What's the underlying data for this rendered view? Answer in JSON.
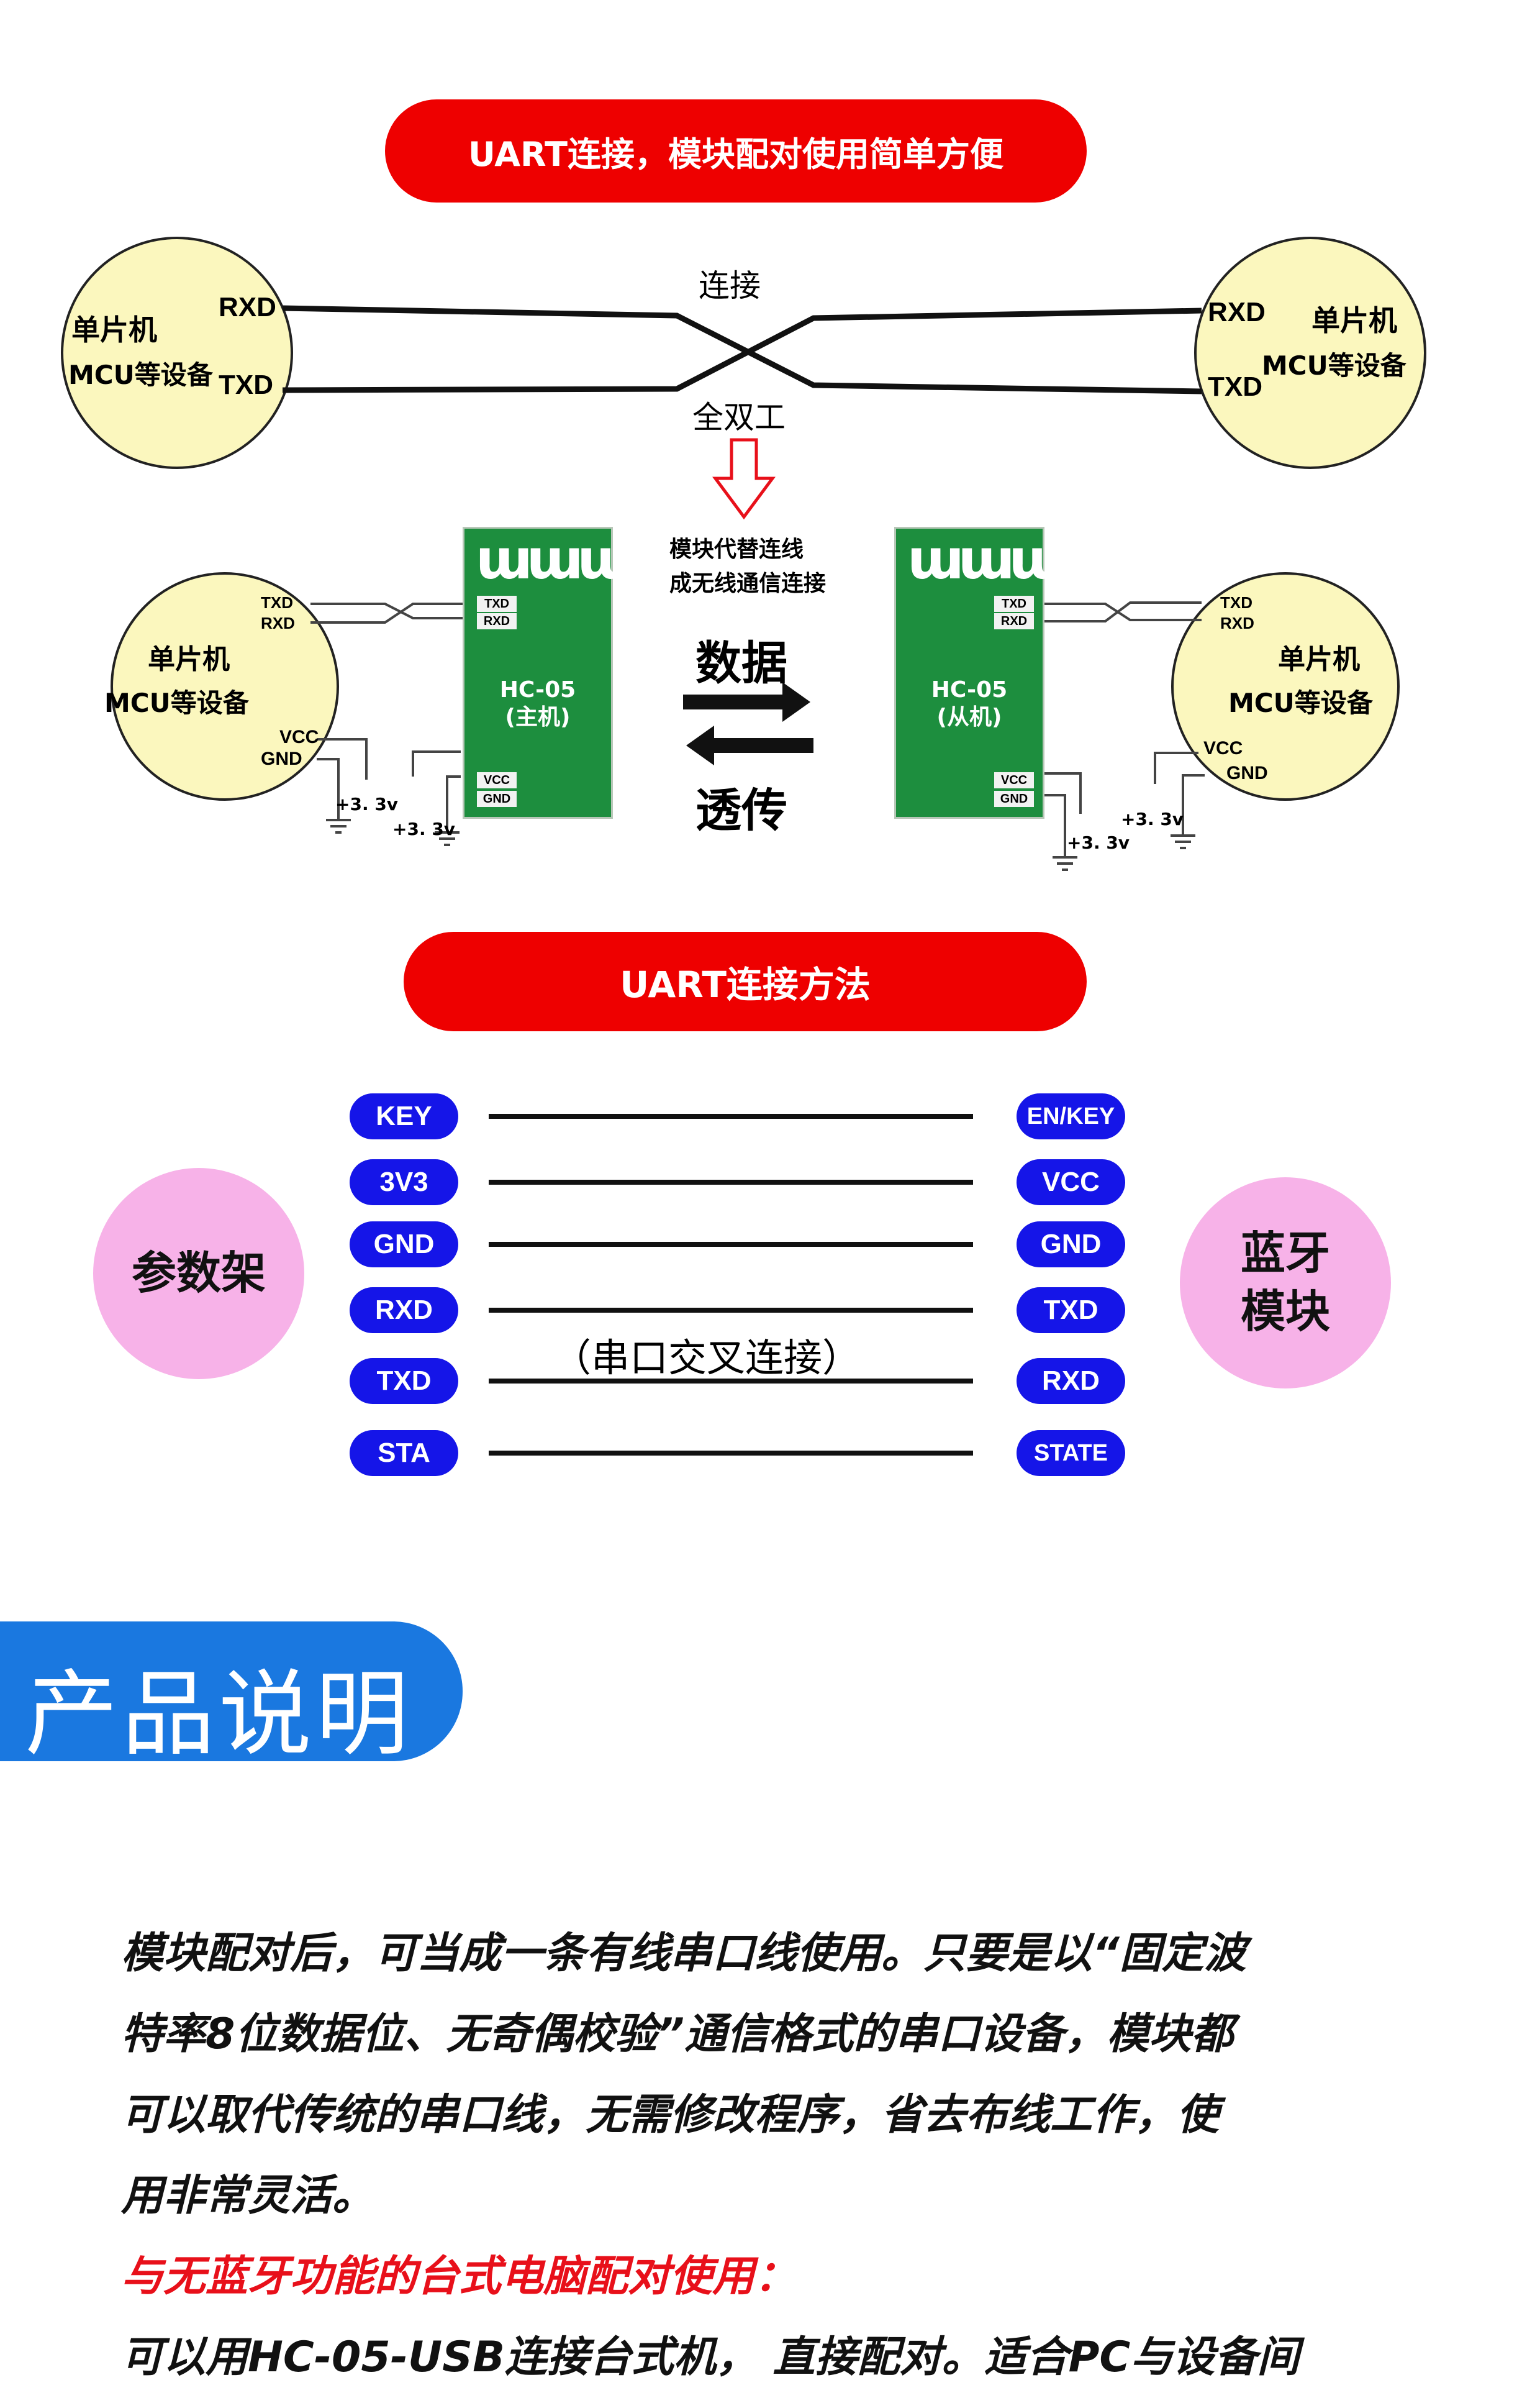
{
  "banners": {
    "top": "UART连接，模块配对使用简单方便",
    "method": "UART连接方法"
  },
  "wired": {
    "left_circle": {
      "line1": "单片机",
      "line2": "MCU等设备",
      "rxd": "RXD",
      "txd": "TXD"
    },
    "right_circle": {
      "line1": "单片机",
      "line2": "MCU等设备",
      "rxd": "RXD",
      "txd": "TXD"
    },
    "top_label": "连接",
    "bottom_label": "全双工"
  },
  "replace_note": {
    "line1": "模块代替连线",
    "line2": "成无线通信连接"
  },
  "wireless": {
    "left_circle": {
      "line1": "单片机",
      "line2": "MCU等设备",
      "txd": "TXD",
      "rxd": "RXD",
      "vcc": "VCC",
      "gnd": "GND"
    },
    "right_circle": {
      "line1": "单片机",
      "line2": "MCU等设备",
      "txd": "TXD",
      "rxd": "RXD",
      "vcc": "VCC",
      "gnd": "GND"
    },
    "master": {
      "name": "HC-05",
      "role": "(主机)",
      "txd": "TXD",
      "rxd": "RXD",
      "vcc": "VCC",
      "gnd": "GND"
    },
    "slave": {
      "name": "HC-05",
      "role": "(从机)",
      "txd": "TXD",
      "rxd": "RXD",
      "vcc": "VCC",
      "gnd": "GND"
    },
    "data_label": "数据",
    "transfer_label": "透传",
    "voltage": "+3. 3v"
  },
  "method": {
    "left_device": "参数架",
    "right_device_line1": "蓝牙",
    "right_device_line2": "模块",
    "left_pins": [
      "KEY",
      "3V3",
      "GND",
      "RXD",
      "TXD",
      "STA"
    ],
    "right_pins": [
      "EN/KEY",
      "VCC",
      "GND",
      "TXD",
      "RXD",
      "STATE"
    ],
    "cross_note": "（串口交叉连接）"
  },
  "section_title": "产品说明",
  "description": {
    "lines": [
      "模块配对后，可当成一条有线串口线使用。只要是以“固定波",
      "特率8位数据位、无奇偶校验”通信格式的串口设备，模块都",
      "可以取代传统的串口线，无需修改程序，省去布线工作，使",
      "用非常灵活。"
    ],
    "red_heading": "与无蓝牙功能的台式电脑配对使用：",
    "last_line": "可以用HC-05-USB连接台式机，  直接配对。适合PC与设备间"
  },
  "colors": {
    "banner_red": "#ee0000",
    "pill_blue": "#1515e8",
    "circle_yellow": "#fbf7be",
    "pink": "#f7b2e8",
    "module_green": "#1d8e3e",
    "section_blue": "#1a78e0",
    "heading_red": "#e8101a"
  }
}
